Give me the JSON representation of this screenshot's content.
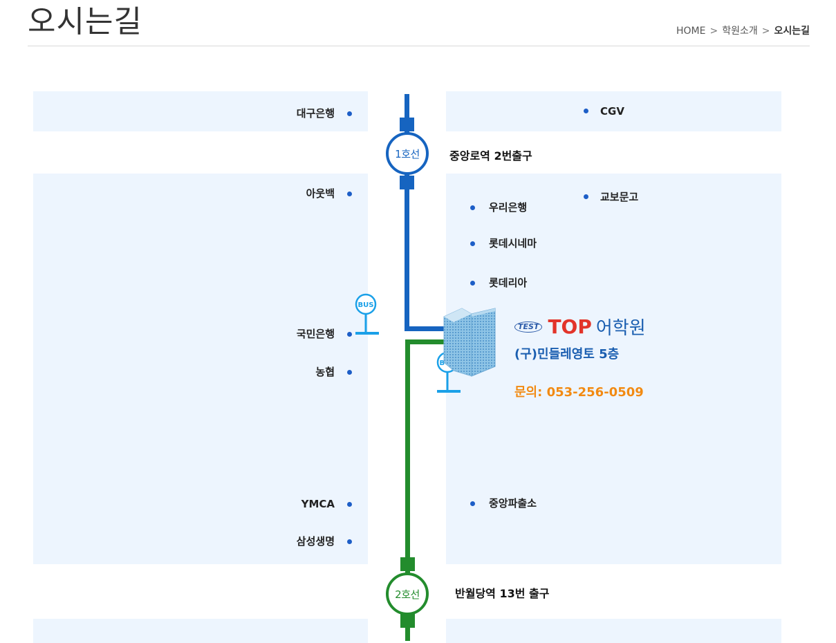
{
  "header": {
    "title": "오시는길",
    "breadcrumb": {
      "home": "HOME",
      "section": "학원소개",
      "current": "오시는길",
      "separator": ">"
    }
  },
  "map": {
    "stations": {
      "line1": {
        "badge": "1호선",
        "name": "중앙로역 2번출구",
        "color": "#1664c0"
      },
      "line2": {
        "badge": "2호선",
        "name": "반월당역 13번 출구",
        "color": "#238c2d"
      }
    },
    "landmarks_left": [
      "대구은행",
      "아웃백",
      "국민은행",
      "농협",
      "YMCA",
      "삼성생명"
    ],
    "landmarks_right": [
      "CGV",
      "교보문고",
      "우리은행",
      "롯데시네마",
      "롯데리아",
      "중앙파출소"
    ],
    "bus_stop_label": "BUS",
    "academy": {
      "logo_text": "TEST",
      "brand": "TOP",
      "name": "어학원",
      "floor": "(구)민들레영토 5층",
      "contact": "문의: 053-256-0509"
    },
    "colors": {
      "panel": "#edf5fe",
      "line1": "#1664c0",
      "line2": "#238c2d",
      "dot": "#1d5ec7",
      "bus": "#1aa0e8",
      "contact": "#f28a12",
      "brand_red": "#e2342a"
    }
  }
}
